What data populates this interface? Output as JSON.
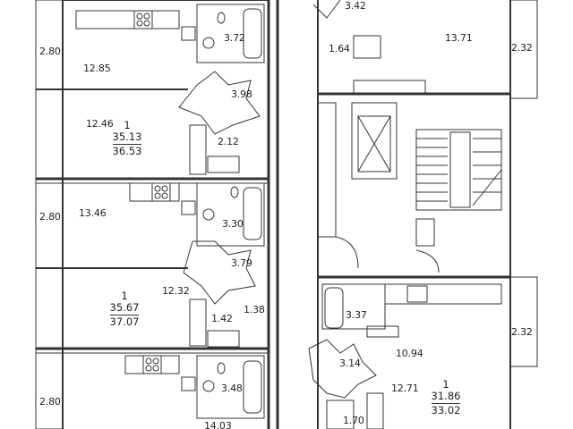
{
  "rooms": {
    "a_kitchen": "12.85",
    "a_bath": "3.72",
    "a_loggia": "2.80",
    "a_hall": "3.98",
    "a_living": "12.46",
    "a_wc": "2.12",
    "b_kitchen": "13.46",
    "b_loggia": "2.80",
    "b_bath": "3.30",
    "b_hall": "3.79",
    "b_living": "12.32",
    "b_wc": "1.42",
    "b_wc2": "1.38",
    "c_loggia": "2.80",
    "c_bath": "3.48",
    "c_kitchen_partial": "14.03",
    "r_top_hall": "3.42",
    "r_top_wc": "1.64",
    "r_top_kitchen": "13.71",
    "r_top_loggia": "2.32",
    "r_bath": "3.37",
    "r_kitchen": "10.94",
    "r_loggia": "2.32",
    "r_hall": "3.14",
    "r_living": "12.71",
    "r_wc": "1.70"
  },
  "apartments": {
    "a": {
      "rooms": "1",
      "living": "35.13",
      "total": "36.53"
    },
    "b": {
      "rooms": "1",
      "living": "35.67",
      "total": "37.07"
    },
    "c": {
      "rooms": "1",
      "living": "31.86",
      "total": "33.02"
    }
  }
}
